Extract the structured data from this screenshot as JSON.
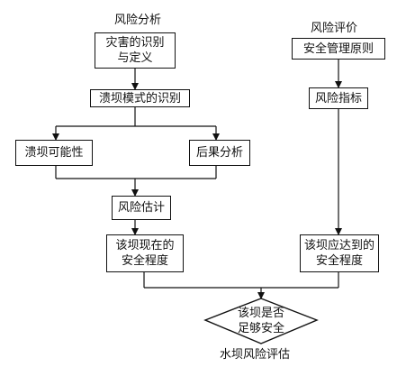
{
  "left_column": {
    "heading": "风险分析",
    "hazard_id": [
      "灾害的识别",
      "与定义"
    ],
    "failure_mode": "溃坝模式的识别",
    "probability": "溃坝可能性",
    "consequence": "后果分析",
    "estimate": "风险估计",
    "current_safety": [
      "该坝现在的",
      "安全程度"
    ]
  },
  "right_column": {
    "heading": "风险评价",
    "principles": "安全管理原则",
    "indicators": "风险指标",
    "required_safety": [
      "该坝应达到的",
      "安全程度"
    ]
  },
  "decision": [
    "该坝是否",
    "足够安全"
  ],
  "caption": "水坝风险评估"
}
